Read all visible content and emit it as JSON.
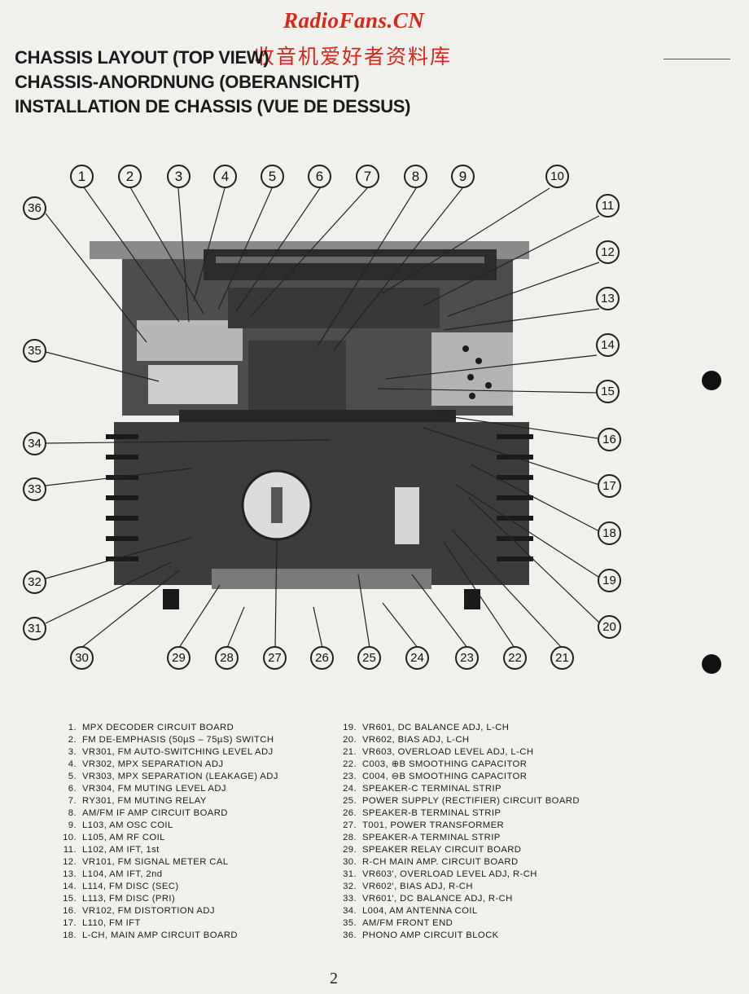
{
  "watermark": {
    "site": "RadioFans.CN",
    "tagline": "收音机爱好者资料库"
  },
  "titles": [
    "CHASSIS LAYOUT (TOP VIEW)",
    "CHASSIS-ANORDNUNG (OBERANSICHT)",
    "INSTALLATION DE CHASSIS (VUE DE DESSUS)"
  ],
  "callouts": [
    "1",
    "2",
    "3",
    "4",
    "5",
    "6",
    "7",
    "8",
    "9",
    "10",
    "11",
    "12",
    "13",
    "14",
    "15",
    "16",
    "17",
    "18",
    "19",
    "20",
    "21",
    "22",
    "23",
    "24",
    "25",
    "26",
    "27",
    "28",
    "29",
    "30",
    "31",
    "32",
    "33",
    "34",
    "35",
    "36"
  ],
  "legend_left": [
    {
      "num": "1.",
      "text": "MPX DECODER CIRCUIT BOARD"
    },
    {
      "num": "2.",
      "text": "FM DE-EMPHASIS (50µS – 75µS) SWITCH"
    },
    {
      "num": "3.",
      "text": "VR301, FM AUTO-SWITCHING LEVEL ADJ"
    },
    {
      "num": "4.",
      "text": "VR302, MPX SEPARATION ADJ"
    },
    {
      "num": "5.",
      "text": "VR303, MPX SEPARATION (LEAKAGE) ADJ"
    },
    {
      "num": "6.",
      "text": "VR304, FM MUTING LEVEL ADJ"
    },
    {
      "num": "7.",
      "text": "RY301, FM MUTING RELAY"
    },
    {
      "num": "8.",
      "text": "AM/FM IF AMP CIRCUIT BOARD"
    },
    {
      "num": "9.",
      "text": "L103, AM OSC COIL"
    },
    {
      "num": "10.",
      "text": "L105, AM RF COIL"
    },
    {
      "num": "11.",
      "text": "L102, AM IFT, 1st"
    },
    {
      "num": "12.",
      "text": "VR101, FM SIGNAL METER CAL"
    },
    {
      "num": "13.",
      "text": "L104, AM IFT, 2nd"
    },
    {
      "num": "14.",
      "text": "L114, FM DISC (SEC)"
    },
    {
      "num": "15.",
      "text": "L113, FM DISC (PRI)"
    },
    {
      "num": "16.",
      "text": "VR102, FM DISTORTION ADJ"
    },
    {
      "num": "17.",
      "text": "L110, FM IFT"
    },
    {
      "num": "18.",
      "text": "L-CH, MAIN AMP CIRCUIT BOARD"
    }
  ],
  "legend_right": [
    {
      "num": "19.",
      "text": "VR601, DC BALANCE ADJ, L-CH"
    },
    {
      "num": "20.",
      "text": "VR602, BIAS ADJ, L-CH"
    },
    {
      "num": "21.",
      "text": "VR603, OVERLOAD LEVEL ADJ, L-CH"
    },
    {
      "num": "22.",
      "text": "C003, ⊕B SMOOTHING CAPACITOR"
    },
    {
      "num": "23.",
      "text": "C004, ⊖B SMOOTHING CAPACITOR"
    },
    {
      "num": "24.",
      "text": "SPEAKER-C TERMINAL STRIP"
    },
    {
      "num": "25.",
      "text": "POWER SUPPLY (RECTIFIER) CIRCUIT BOARD"
    },
    {
      "num": "26.",
      "text": "SPEAKER-B TERMINAL STRIP"
    },
    {
      "num": "27.",
      "text": "T001, POWER TRANSFORMER"
    },
    {
      "num": "28.",
      "text": "SPEAKER-A TERMINAL STRIP"
    },
    {
      "num": "29.",
      "text": "SPEAKER RELAY CIRCUIT BOARD"
    },
    {
      "num": "30.",
      "text": "R-CH MAIN AMP. CIRCUIT BOARD"
    },
    {
      "num": "31.",
      "text": "VR603', OVERLOAD LEVEL ADJ, R-CH"
    },
    {
      "num": "32.",
      "text": "VR602', BIAS ADJ, R-CH"
    },
    {
      "num": "33.",
      "text": "VR601', DC BALANCE ADJ, R-CH"
    },
    {
      "num": "34.",
      "text": "L004, AM ANTENNA COIL"
    },
    {
      "num": "35.",
      "text": "AM/FM FRONT END"
    },
    {
      "num": "36.",
      "text": "PHONO AMP CIRCUIT BLOCK"
    }
  ],
  "page_number": "2"
}
